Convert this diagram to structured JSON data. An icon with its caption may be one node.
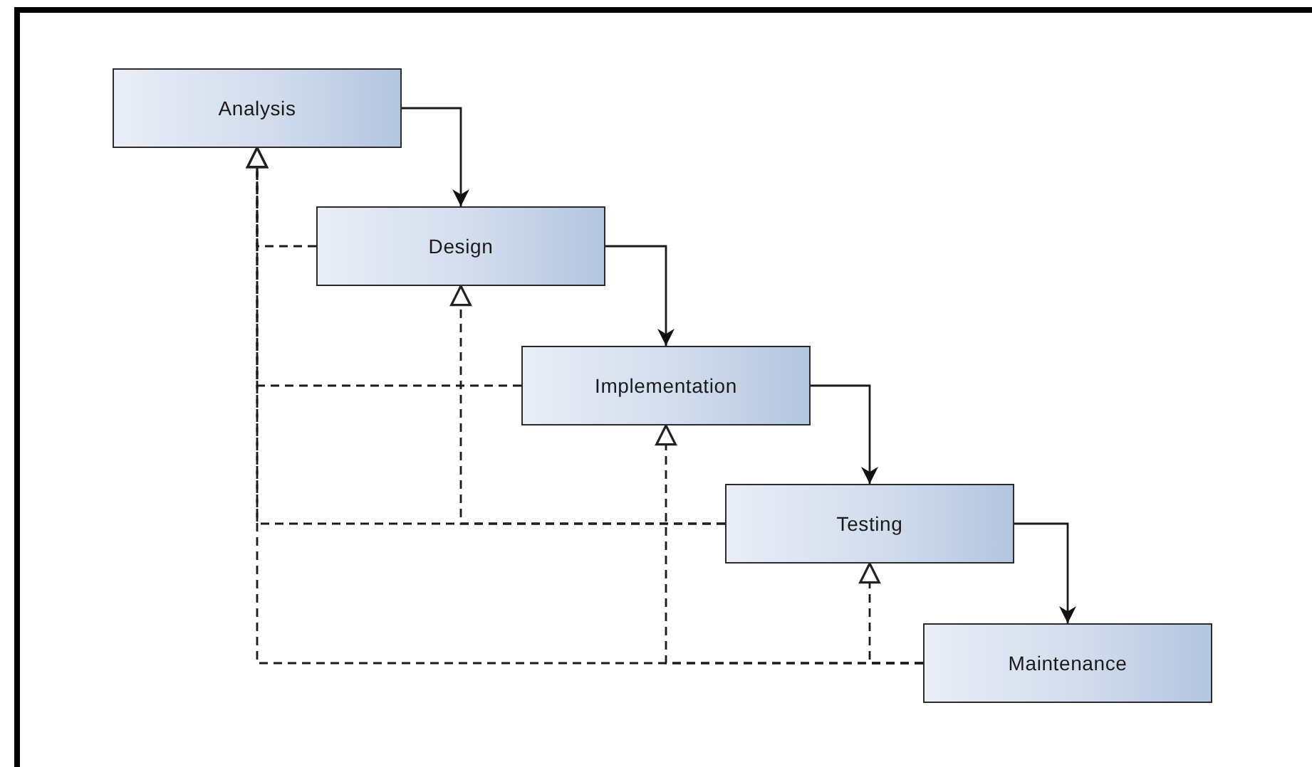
{
  "diagram": {
    "nodes": [
      {
        "text": [
          "Analysis"
        ]
      },
      {
        "text": [
          "Design"
        ]
      },
      {
        "text": [
          "Implementation"
        ]
      },
      {
        "text": [
          "Testing"
        ]
      },
      {
        "text": [
          "Maintenance"
        ]
      }
    ],
    "edges": [
      {
        "from": 0,
        "to": 1,
        "arrow": "to"
      },
      {
        "from": 1,
        "to": 2,
        "arrow": "to"
      },
      {
        "from": 2,
        "to": 3,
        "arrow": "to"
      },
      {
        "from": 3,
        "to": 4,
        "arrow": "to"
      },
      {
        "from": 1,
        "to": 0,
        "arrow": "to",
        "style": "dashed"
      },
      {
        "from": 2,
        "to": 0,
        "arrow": "to",
        "style": "dashed"
      },
      {
        "from": 3,
        "to": 0,
        "arrow": "to",
        "style": "dashed"
      },
      {
        "from": 3,
        "to": 1,
        "arrow": "to",
        "style": "dashed"
      },
      {
        "from": 4,
        "to": 0,
        "arrow": "to",
        "style": "dashed"
      },
      {
        "from": 4,
        "to": 2,
        "arrow": "to",
        "style": "dashed"
      },
      {
        "from": 4,
        "to": 3,
        "arrow": "to",
        "style": "dashed"
      }
    ]
  }
}
